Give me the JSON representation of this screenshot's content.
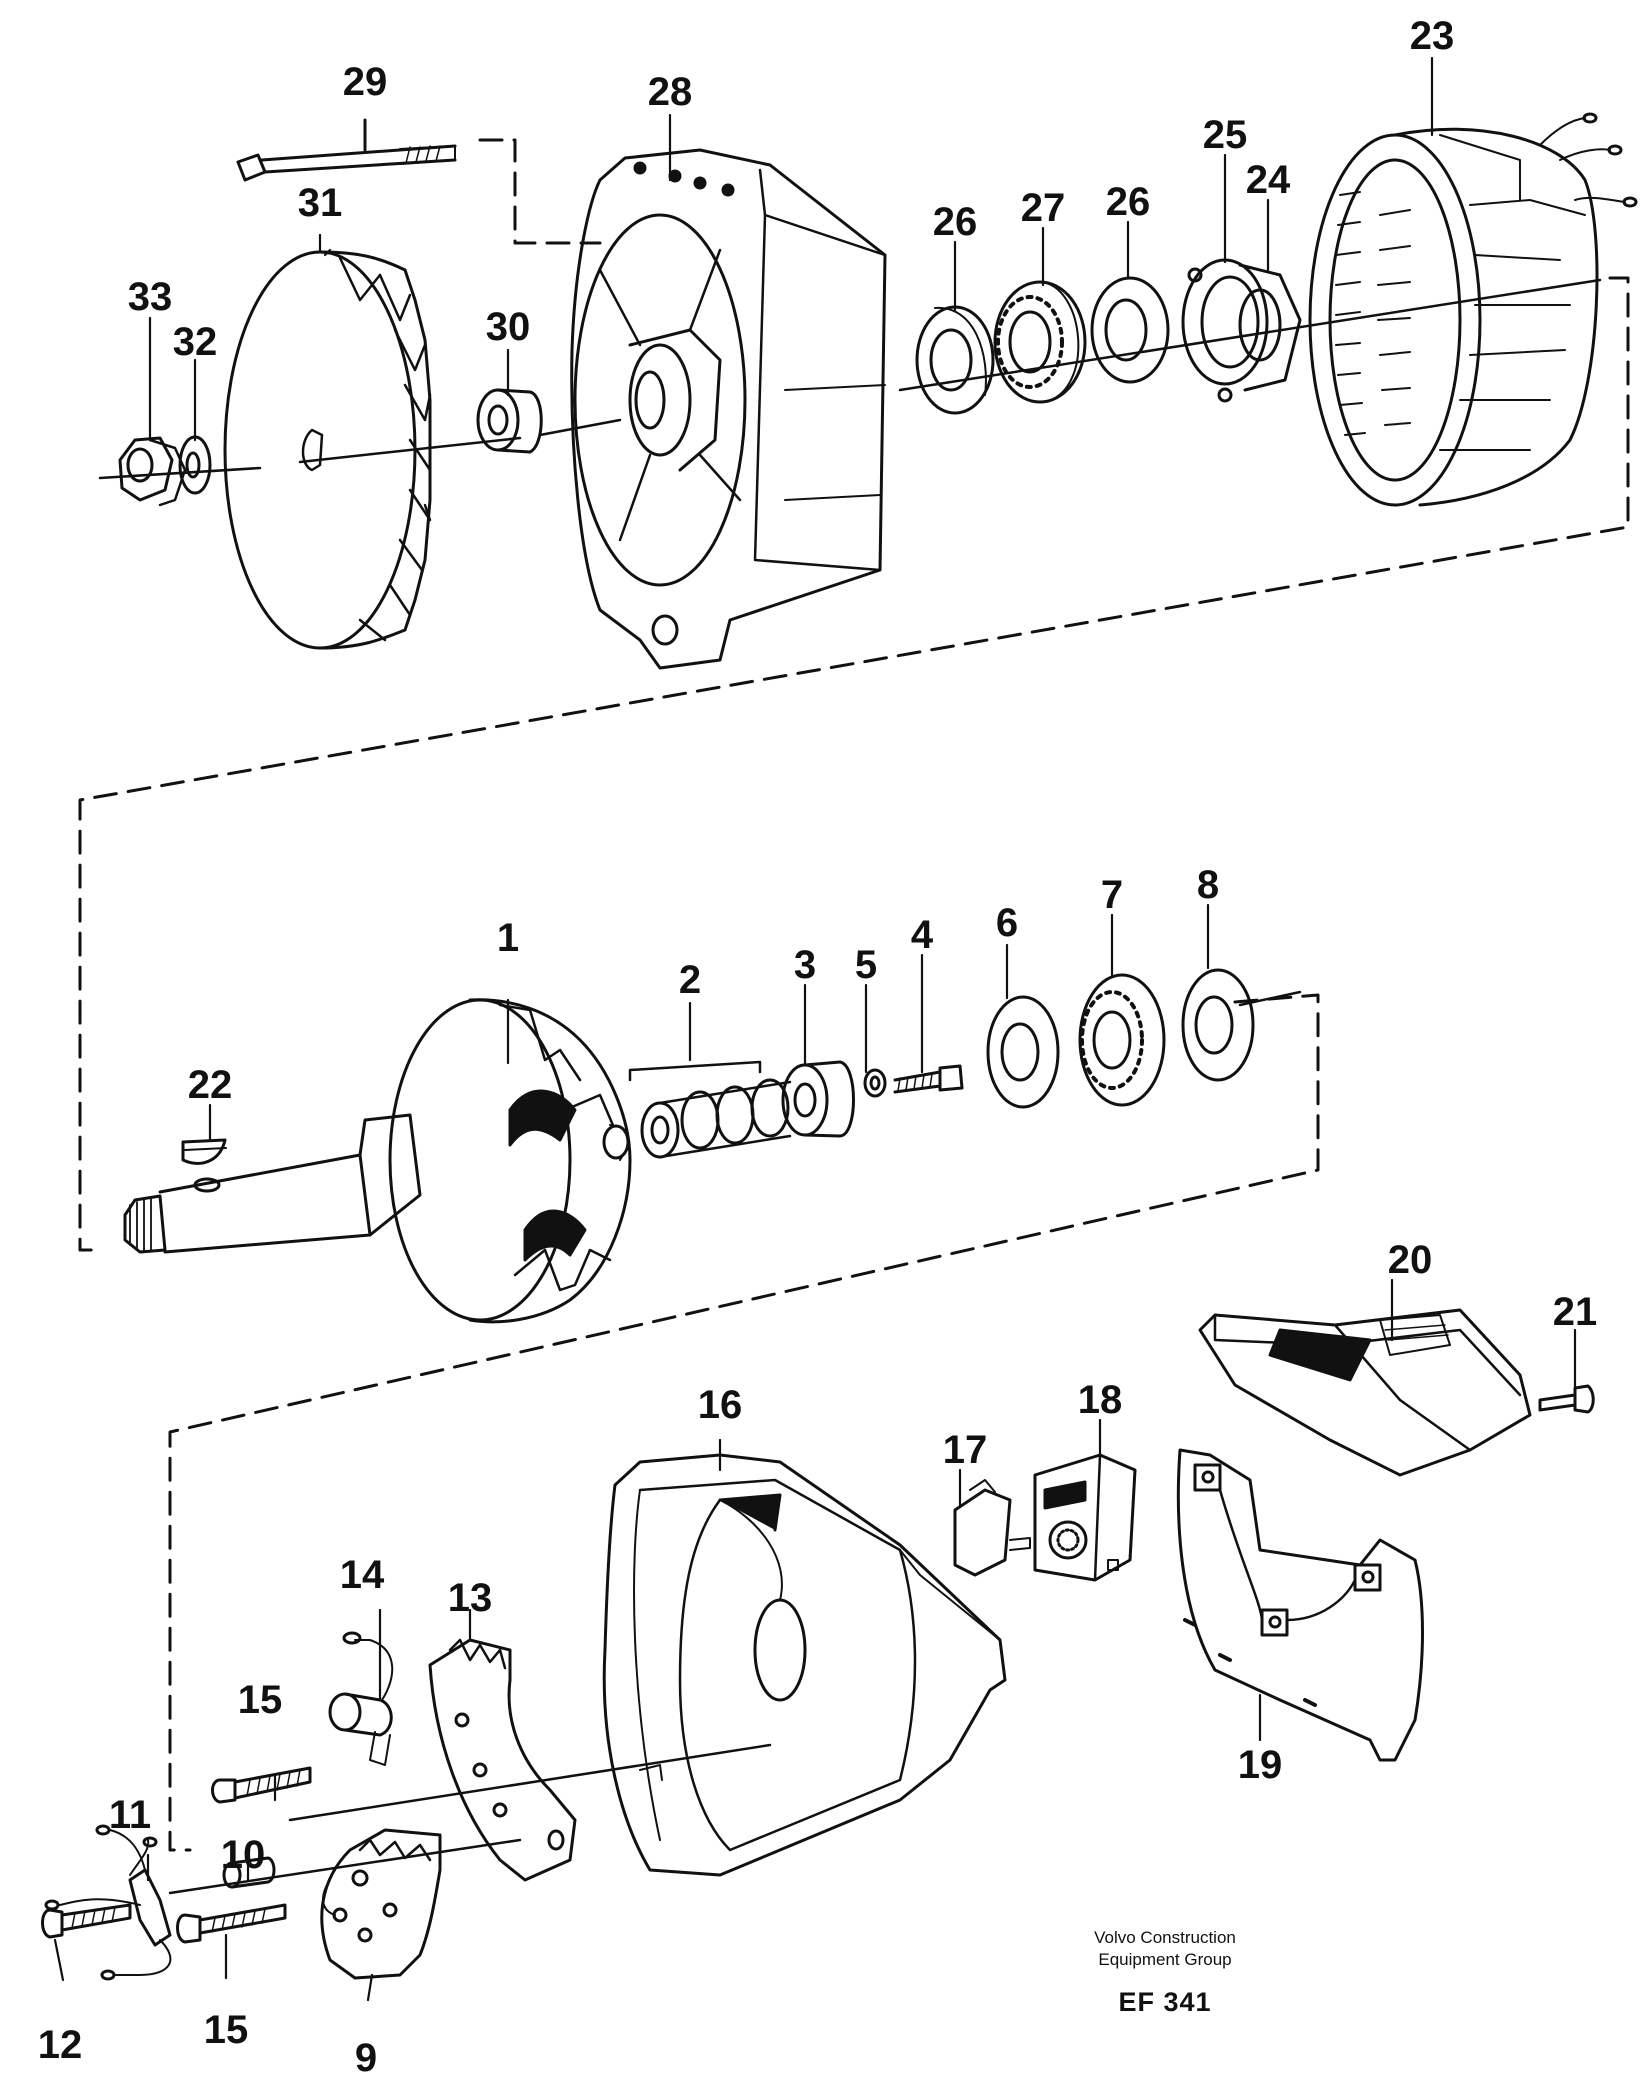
{
  "diagram": {
    "labels": {
      "p1": "1",
      "p2": "2",
      "p3": "3",
      "p4": "4",
      "p5": "5",
      "p6": "6",
      "p7": "7",
      "p8": "8",
      "p9": "9",
      "p10": "10",
      "p11": "11",
      "p12": "12",
      "p13": "13",
      "p14": "14",
      "p15a": "15",
      "p15b": "15",
      "p16": "16",
      "p17": "17",
      "p18": "18",
      "p19": "19",
      "p20": "20",
      "p21": "21",
      "p22": "22",
      "p23": "23",
      "p24": "24",
      "p25": "25",
      "p26a": "26",
      "p26b": "26",
      "p27": "27",
      "p28": "28",
      "p29": "29",
      "p30": "30",
      "p31": "31",
      "p32": "32",
      "p33": "33"
    },
    "footer": {
      "company_line1": "Volvo Construction",
      "company_line2": "Equipment Group",
      "figure_code": "EF 341"
    }
  }
}
